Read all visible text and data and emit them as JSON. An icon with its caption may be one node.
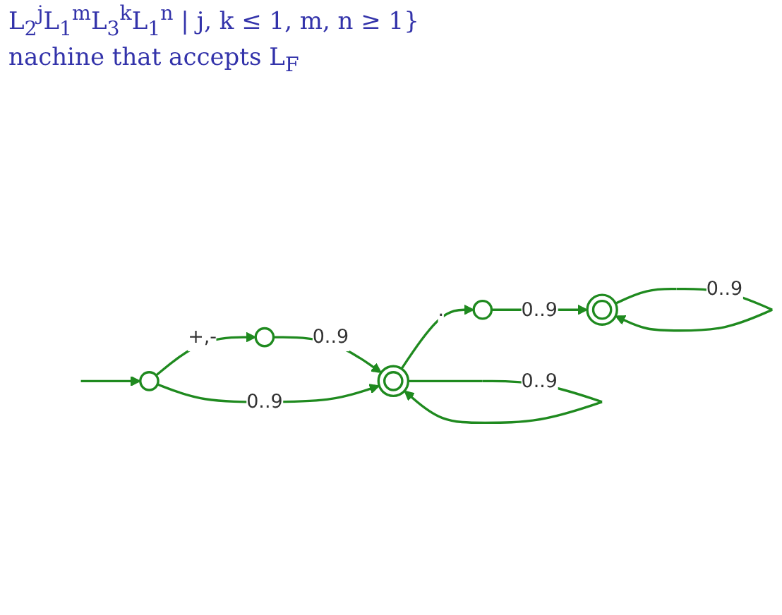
{
  "diagram": {
    "nodes": [
      {
        "text": [],
        "shape": "circle"
      },
      {
        "text": [],
        "shape": "circle"
      },
      {
        "text": [],
        "shape": "doublecircle"
      },
      {
        "text": [],
        "shape": "circle"
      },
      {
        "text": [],
        "shape": "doublecircle"
      }
    ],
    "edges": [
      {
        "from": null,
        "to": 0,
        "arrow": "to"
      },
      {
        "from": 0,
        "to": 1,
        "arrow": "to",
        "label": "+,-"
      },
      {
        "from": 1,
        "to": 2,
        "arrow": "to",
        "label": "0..9"
      },
      {
        "from": 0,
        "to": 2,
        "arrow": "to",
        "label": "0..9"
      },
      {
        "from": 2,
        "to": 2,
        "arrow": "to",
        "label": "0..9"
      },
      {
        "from": 2,
        "to": 3,
        "arrow": "to",
        "label": "."
      },
      {
        "from": 3,
        "to": 4,
        "arrow": "to",
        "label": "0..9"
      },
      {
        "from": 4,
        "to": 4,
        "arrow": "to",
        "label": "0..9"
      }
    ],
    "labels": [
      "L$_{2}$$^{j}$L$_{1}$$^{m}$L$_{3}$$^{k}$L$_{1}$$^{n}$ | j, k ≤ 1, m, n ≥ 1}",
      "nachine that accepts L$_{F}$"
    ]
  }
}
